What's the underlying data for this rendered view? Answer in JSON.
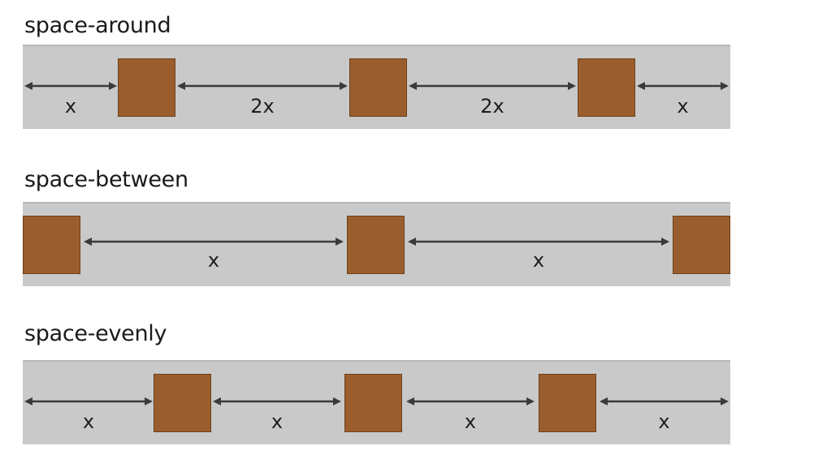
{
  "diagrams": [
    {
      "title": "space-around",
      "gap_labels": [
        "x",
        "2x",
        "2x",
        "x"
      ]
    },
    {
      "title": "space-between",
      "gap_labels": [
        "x",
        "x"
      ]
    },
    {
      "title": "space-evenly",
      "gap_labels": [
        "x",
        "x",
        "x",
        "x"
      ]
    }
  ],
  "colors": {
    "container": "#c9c9c9",
    "item": "#9a5e2e",
    "arrow": "#3a3a3a"
  }
}
